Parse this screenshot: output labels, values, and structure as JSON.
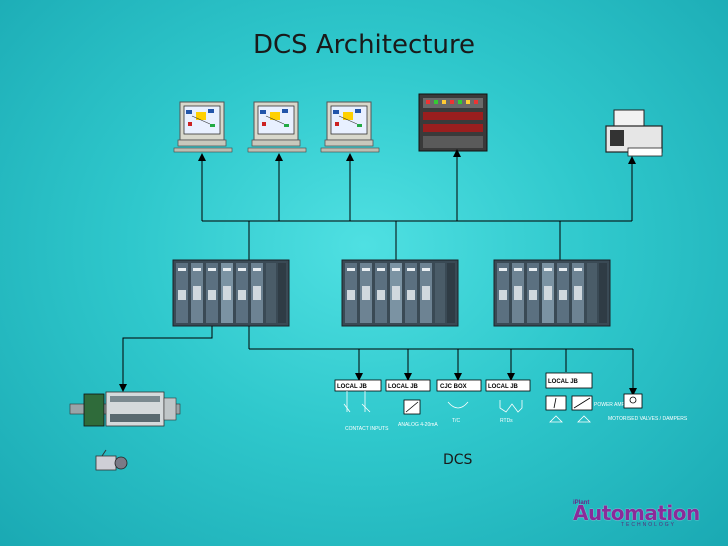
{
  "title": "DCS Architecture",
  "footer_label": "DCS",
  "junction_boxes": [
    {
      "label": "LOCAL JB",
      "caption": "CONTACT INPUTS"
    },
    {
      "label": "LOCAL JB",
      "caption": "ANALOG 4-20mA"
    },
    {
      "label": "CJC BOX",
      "caption": "T/C"
    },
    {
      "label": "LOCAL JB",
      "caption": "RTDs"
    },
    {
      "label": "LOCAL JB",
      "caption": "MOTORISED VALVES / DAMPERS"
    }
  ],
  "power_amp_label": "POWER AMP",
  "logo": {
    "small": "iPlant",
    "main": "Automation",
    "sub": "TECHNOLOGY"
  },
  "colors": {
    "background": "#2fc8cc",
    "lines": "#000000",
    "logo": "#8a2b9a"
  }
}
